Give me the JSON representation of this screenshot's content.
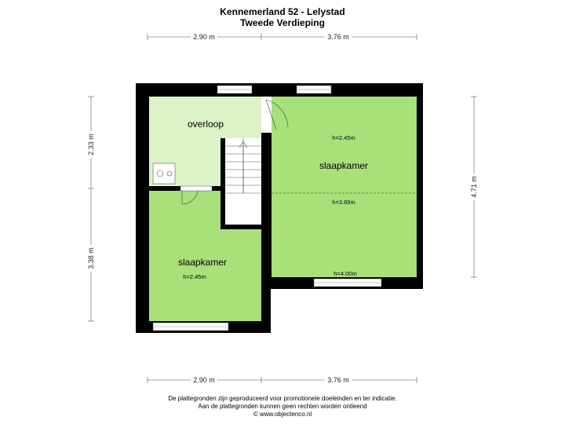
{
  "header": {
    "address": "Kennemerland 52 - Lelystad",
    "floor": "Tweede Verdieping"
  },
  "dimensions": {
    "top_left": "2.90 m",
    "top_right": "3.76 m",
    "bottom_left": "2.90 m",
    "bottom_right": "3.76 m",
    "left_upper": "2.33 m",
    "left_lower": "3.38 m",
    "right": "4.71 m"
  },
  "rooms": {
    "landing": {
      "name": "overloop"
    },
    "bedroom_right": {
      "name": "slaapkamer",
      "height_top": "h=2.45m",
      "height_mid": "h=3.69m",
      "height_bottom": "h=4.00m"
    },
    "bedroom_left": {
      "name": "slaapkamer",
      "height": "h=2.45m"
    }
  },
  "footer": {
    "line1": "De plattegronden zijn geproduceerd voor promotionele doeleinden en ter indicatie.",
    "line2": "Aan de plattegronden kunnen geen rechten worden ontleend",
    "line3": "© www.objectenco.nl"
  },
  "colors": {
    "room_green": "#a8e07a",
    "landing_green": "#dcf3c8",
    "wall": "#000000",
    "stair": "#ffffff"
  }
}
